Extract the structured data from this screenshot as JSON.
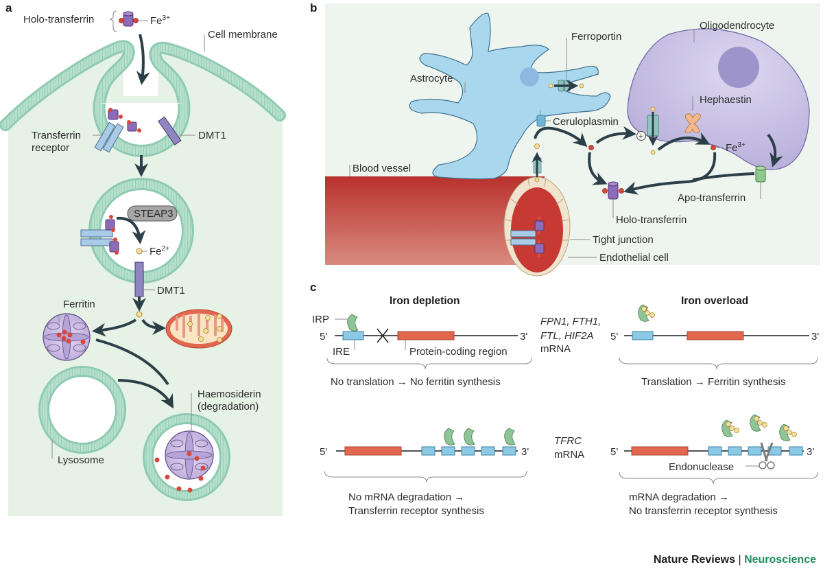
{
  "figure": {
    "panels": {
      "a": {
        "letter": "a",
        "labels": {
          "holo_transferrin": "Holo-transferrin",
          "fe3": "Fe",
          "fe3_charge": "3+",
          "cell_membrane": "Cell membrane",
          "transferrin_receptor_1": "Transferrin",
          "transferrin_receptor_2": "receptor",
          "dmt1_top": "DMT1",
          "steap3": "STEAP3",
          "fe2": "Fe",
          "fe2_charge": "2+",
          "dmt1_bottom": "DMT1",
          "ferritin": "Ferritin",
          "haemosiderin_1": "Haemosiderin",
          "haemosiderin_2": "(degradation)",
          "lysosome": "Lysosome"
        }
      },
      "b": {
        "letter": "b",
        "labels": {
          "ferroportin": "Ferroportin",
          "oligodendrocyte": "Oligodendrocyte",
          "astrocyte": "Astrocyte",
          "hephaestin": "Hephaestin",
          "ceruloplasmin": "Ceruloplasmin",
          "fe3": "Fe",
          "fe3_charge": "3+",
          "blood_vessel": "Blood vessel",
          "apo_transferrin": "Apo-transferrin",
          "holo_transferrin": "Holo-transferrin",
          "tight_junction": "Tight junction",
          "endothelial_cell": "Endothelial cell",
          "plus_symbol": "+"
        }
      },
      "c": {
        "letter": "c",
        "headers": {
          "iron_depletion": "Iron depletion",
          "iron_overload": "Iron overload"
        },
        "strand_ends": {
          "five": "5'",
          "three": "3'"
        },
        "gene_groups": {
          "ferritin_group": [
            "FPN1, FTH1,",
            "FTL, HIF2A"
          ],
          "ferritin_group_suffix": "mRNA",
          "tfrc_group": "TFRC",
          "tfrc_group_suffix": "mRNA"
        },
        "labels": {
          "irp": "IRP",
          "ire": "IRE",
          "protein_coding_region": "Protein-coding region",
          "endonuclease": "Endonuclease"
        },
        "outcomes": {
          "depletion_top": "No translation → No ferritin synthesis",
          "overload_top": "Translation → Ferritin synthesis",
          "depletion_bottom_1": "No mRNA degradation →",
          "depletion_bottom_2": "Transferrin receptor synthesis",
          "overload_bottom_1": "mRNA degradation →",
          "overload_bottom_2": "No transferrin receptor synthesis"
        }
      }
    },
    "footer": {
      "journal": "Nature Reviews",
      "separator": "|",
      "section": "Neuroscience"
    },
    "colors": {
      "panel_a_bg": "#e8f3e8",
      "membrane": "#a8d8c4",
      "membrane_edge": "#7fbfa6",
      "panel_b_bg": "#eef5ef",
      "astrocyte": "#a9d8ee",
      "oligodendrocyte": "#c9c3e6",
      "blood": "#c0403a",
      "transferrin_purple": "#8e6bb8",
      "receptor_blue": "#a9cbe8",
      "fe3_red": "#d9473a",
      "fe2_yellow": "#f5df9a",
      "ire_blue": "#8cc9e6",
      "coding_orange": "#e2674f",
      "irp_green": "#8fc596",
      "arrow": "#2c3e48",
      "journal_green": "#1e8a5c"
    }
  }
}
